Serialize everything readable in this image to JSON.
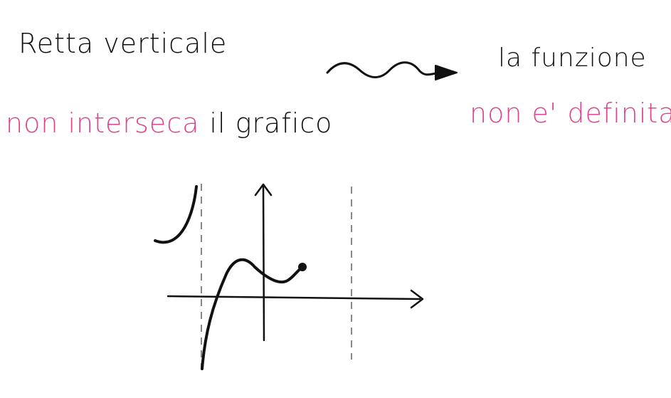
{
  "left_statement": {
    "line1": "Retta verticale",
    "line2_part1": "non interseca",
    "line2_part2": "il grafico"
  },
  "right_statement": {
    "line1": "la funzione",
    "line2_part1": "non e'",
    "line2_part2": "definita"
  },
  "colors": {
    "ink": "#111111",
    "highlight": "#e0448f",
    "dashed_line": "#888888"
  }
}
